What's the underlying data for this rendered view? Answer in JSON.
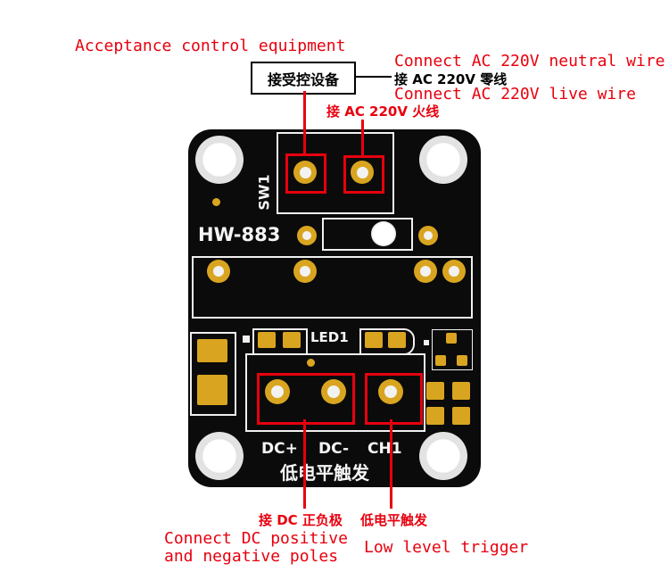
{
  "annotations": {
    "acceptance_en": "Acceptance control equipment",
    "neutral_en": "Connect AC 220V neutral wire",
    "live_en": "Connect AC 220V live wire",
    "dc_en_line1": "Connect DC positive",
    "dc_en_line2": "and negative poles",
    "trigger_en": "Low level trigger",
    "box_cn": "接受控设备",
    "neutral_cn": "接 AC 220V 零线",
    "live_cn": "接 AC 220V 火线",
    "dc_cn": "接 DC 正负极",
    "trigger_cn": "低电平触发"
  },
  "board": {
    "model": "HW-883",
    "switch_label": "SW1",
    "led_label": "LED1",
    "pin_dc_plus": "DC+",
    "pin_dc_minus": "DC-",
    "pin_ch1": "CH1",
    "bottom_cn": "低电平触发"
  },
  "colors": {
    "annotation_red": "#e8000e",
    "board_black": "#0b0b0b",
    "pad_gold": "#d9a520",
    "silkscreen": "#f0f0f0"
  }
}
